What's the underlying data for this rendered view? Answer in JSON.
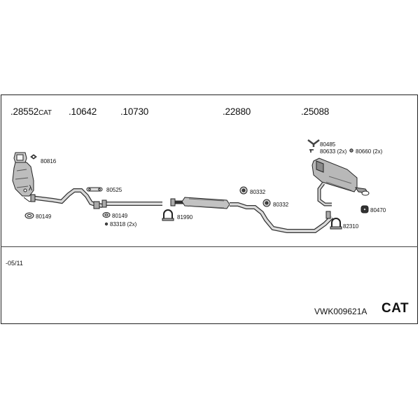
{
  "section_numbers": [
    {
      "number": ".28552",
      "suffix": "CAT"
    },
    {
      "number": ".10642",
      "suffix": ""
    },
    {
      "number": ".10730",
      "suffix": ""
    },
    {
      "number": ".22880",
      "suffix": ""
    },
    {
      "number": ".25088",
      "suffix": ""
    }
  ],
  "parts": {
    "p80816": "80816",
    "lambda": "λ",
    "p80149a": "80149",
    "p80525": "80525",
    "p80149b": "80149",
    "p83318": "83318 (2x)",
    "p81990": "81990",
    "p80332a": "80332",
    "p80332b": "80332",
    "p80485": "80485",
    "p80633": "80633 (2x)",
    "p80660": "80660 (2x)",
    "p80470": "80470",
    "p82310": "82310"
  },
  "date_note": "-05/11",
  "document_code": "VWK009621A",
  "document_type": "CAT",
  "colors": {
    "line": "#222222",
    "part_fill": "#bdbdbd",
    "part_dark": "#6f6f6f"
  }
}
